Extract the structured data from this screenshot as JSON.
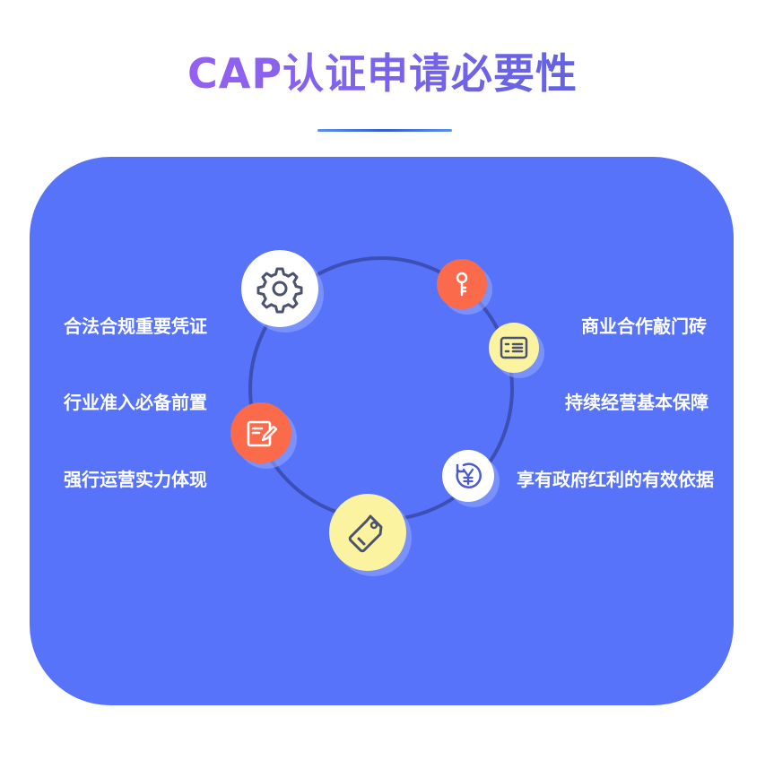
{
  "title": "CAP认证申请必要性",
  "colors": {
    "panel": "#5673fa",
    "ring": "#3c4fb4",
    "node_white": "#ffffff",
    "node_orange": "#fa6a4b",
    "node_yellow": "#fcf3a0",
    "icon_dark": "#4a5270",
    "title_gradient_start": "#b05cf0",
    "title_gradient_end": "#4a63d8"
  },
  "left_items": [
    {
      "label": "合法合规重要凭证"
    },
    {
      "label": "行业准入必备前置"
    },
    {
      "label": "强行运营实力体现"
    }
  ],
  "right_items": [
    {
      "label": "商业合作敲门砖"
    },
    {
      "label": "持续经营基本保障"
    },
    {
      "label": "享有政府红利的有效依据"
    }
  ],
  "nodes": [
    {
      "icon": "gear-icon"
    },
    {
      "icon": "key-icon"
    },
    {
      "icon": "id-card-icon"
    },
    {
      "icon": "yen-refresh-icon"
    },
    {
      "icon": "price-tag-icon"
    },
    {
      "icon": "edit-note-icon"
    }
  ]
}
